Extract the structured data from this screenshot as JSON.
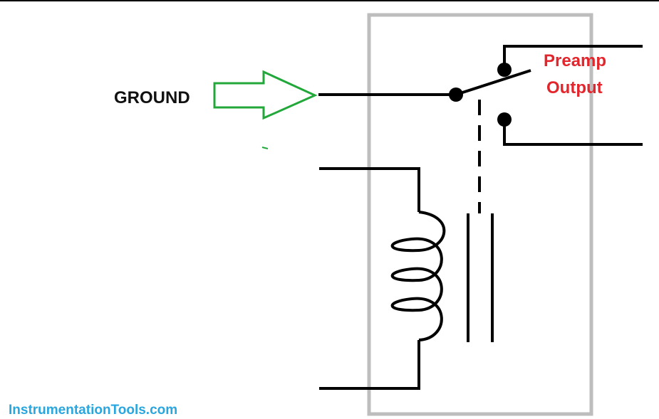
{
  "labels": {
    "ground": "GROUND",
    "preamp_line1": "Preamp",
    "preamp_line2": "Output",
    "watermark": "InstrumentationTools.com"
  },
  "colors": {
    "wire": "#000000",
    "housing": "#bdbdbd",
    "arrow": "#22a83a",
    "preamp_text": "#e3252c",
    "watermark": "#2aa6df",
    "ground_text": "#111111"
  },
  "icons": {
    "input_arrow": "right-arrow-outline-icon",
    "relay_coil": "inductor-coil-icon",
    "switch": "spdt-switch-icon"
  }
}
